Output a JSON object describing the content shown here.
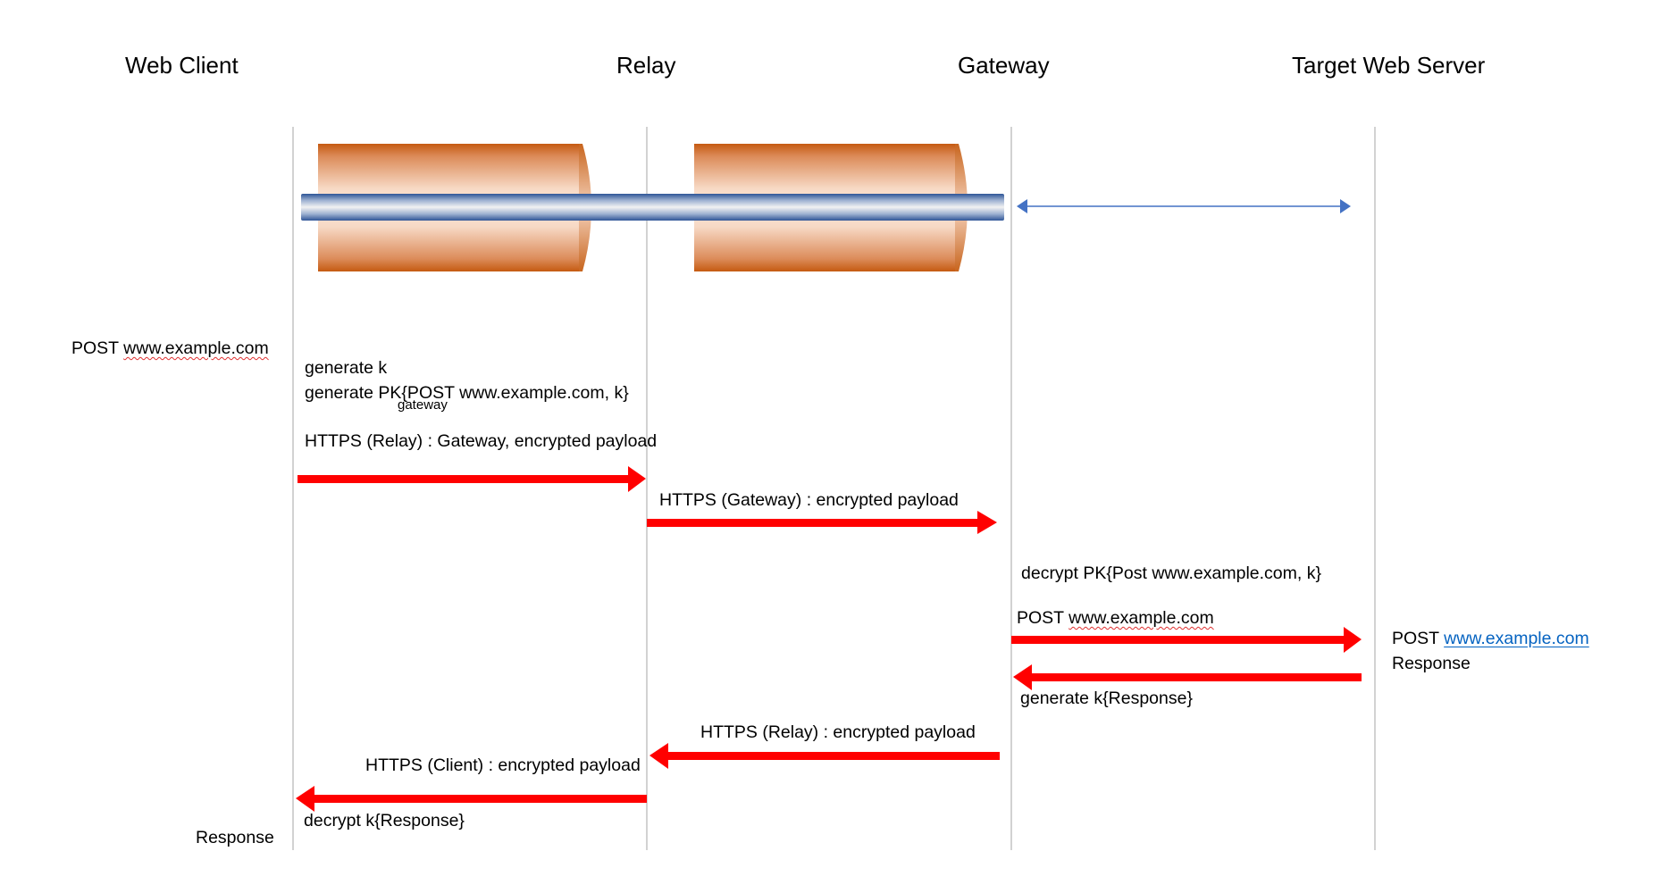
{
  "participants": [
    {
      "id": "client",
      "label": "Web Client"
    },
    {
      "id": "relay",
      "label": "Relay"
    },
    {
      "id": "gateway",
      "label": "Gateway"
    },
    {
      "id": "target",
      "label": "Target Web Server"
    }
  ],
  "colors": {
    "lifeline": "#a6a6a6",
    "message_arrow": "#ff0000",
    "tunnel_arrow": "#4472c4",
    "cylinder_dark": "#c55a11",
    "cylinder_light": "#fbe5d6",
    "pipe_dark": "#2f5597",
    "pipe_light": "#f2f2f2",
    "link": "#0563c1"
  },
  "tunnel": {
    "segments": [
      {
        "from": "client",
        "to": "relay"
      },
      {
        "from": "relay",
        "to": "gateway"
      }
    ],
    "forward_link": {
      "from": "gateway",
      "to": "target",
      "style": "double-arrow"
    }
  },
  "annotations": {
    "client_request": {
      "prefix": "POST ",
      "url": "www.example.com"
    },
    "generate_k": "generate k",
    "generate_pk": {
      "text_before": "generate PK",
      "subscript": "gateway",
      "text_after": "{POST www.example.com, k}"
    },
    "decrypt_pk": "decrypt PK{Post www.example.com, k}",
    "gateway_post": {
      "prefix": "POST ",
      "url": "www.example.com"
    },
    "target_post": {
      "prefix": "POST ",
      "url": "www.example.com"
    },
    "target_response": "Response",
    "generate_k_response": "generate k{Response}",
    "decrypt_k_response": "decrypt k{Response}",
    "client_response": "Response"
  },
  "messages": [
    {
      "from": "client",
      "to": "relay",
      "label": "HTTPS (Relay) : Gateway, encrypted payload"
    },
    {
      "from": "relay",
      "to": "gateway",
      "label": "HTTPS (Gateway) : encrypted payload"
    },
    {
      "from": "gateway",
      "to": "target",
      "label": ""
    },
    {
      "from": "target",
      "to": "gateway",
      "label": ""
    },
    {
      "from": "gateway",
      "to": "relay",
      "label": "HTTPS (Relay) : encrypted payload"
    },
    {
      "from": "relay",
      "to": "client",
      "label": "HTTPS (Client) : encrypted payload"
    }
  ]
}
